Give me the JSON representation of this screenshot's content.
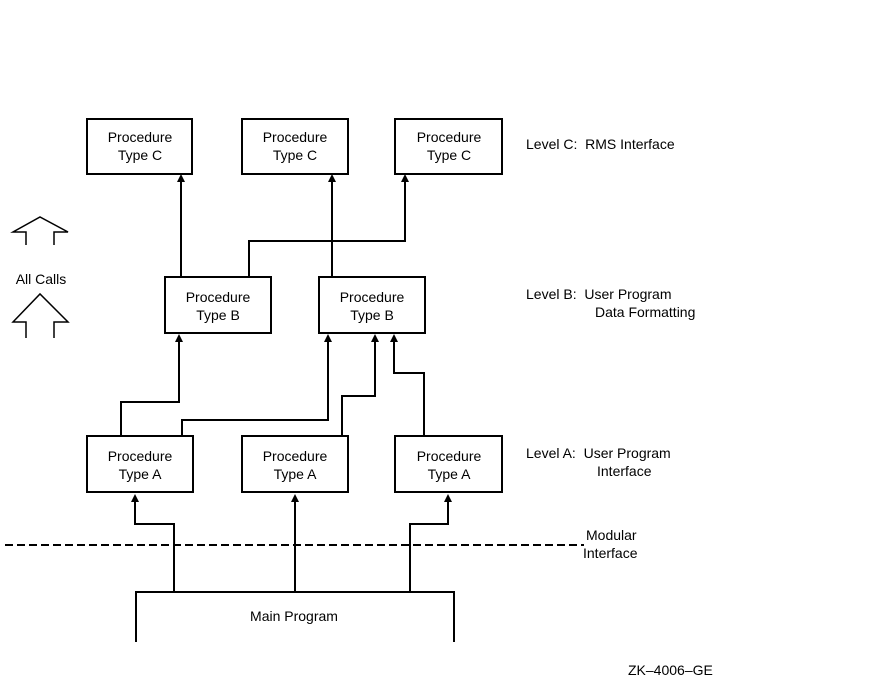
{
  "diagram": {
    "boxes": {
      "type_c": [
        {
          "line1": "Procedure",
          "line2": "Type C"
        },
        {
          "line1": "Procedure",
          "line2": "Type C"
        },
        {
          "line1": "Procedure",
          "line2": "Type C"
        }
      ],
      "type_b": [
        {
          "line1": "Procedure",
          "line2": "Type B"
        },
        {
          "line1": "Procedure",
          "line2": "Type B"
        }
      ],
      "type_a": [
        {
          "line1": "Procedure",
          "line2": "Type A"
        },
        {
          "line1": "Procedure",
          "line2": "Type A"
        },
        {
          "line1": "Procedure",
          "line2": "Type A"
        }
      ],
      "main": {
        "label": "Main Program"
      }
    },
    "levels": {
      "c": {
        "line1": "Level C:  RMS Interface"
      },
      "b": {
        "line1": "Level B:  User Program",
        "line2": "Data Formatting"
      },
      "a": {
        "line1": "Level A:  User Program",
        "line2": "Interface"
      }
    },
    "modular_interface": {
      "line1": "Modular",
      "line2": "Interface"
    },
    "all_calls": "All Calls",
    "figure_id": "ZK–4006–GE"
  }
}
